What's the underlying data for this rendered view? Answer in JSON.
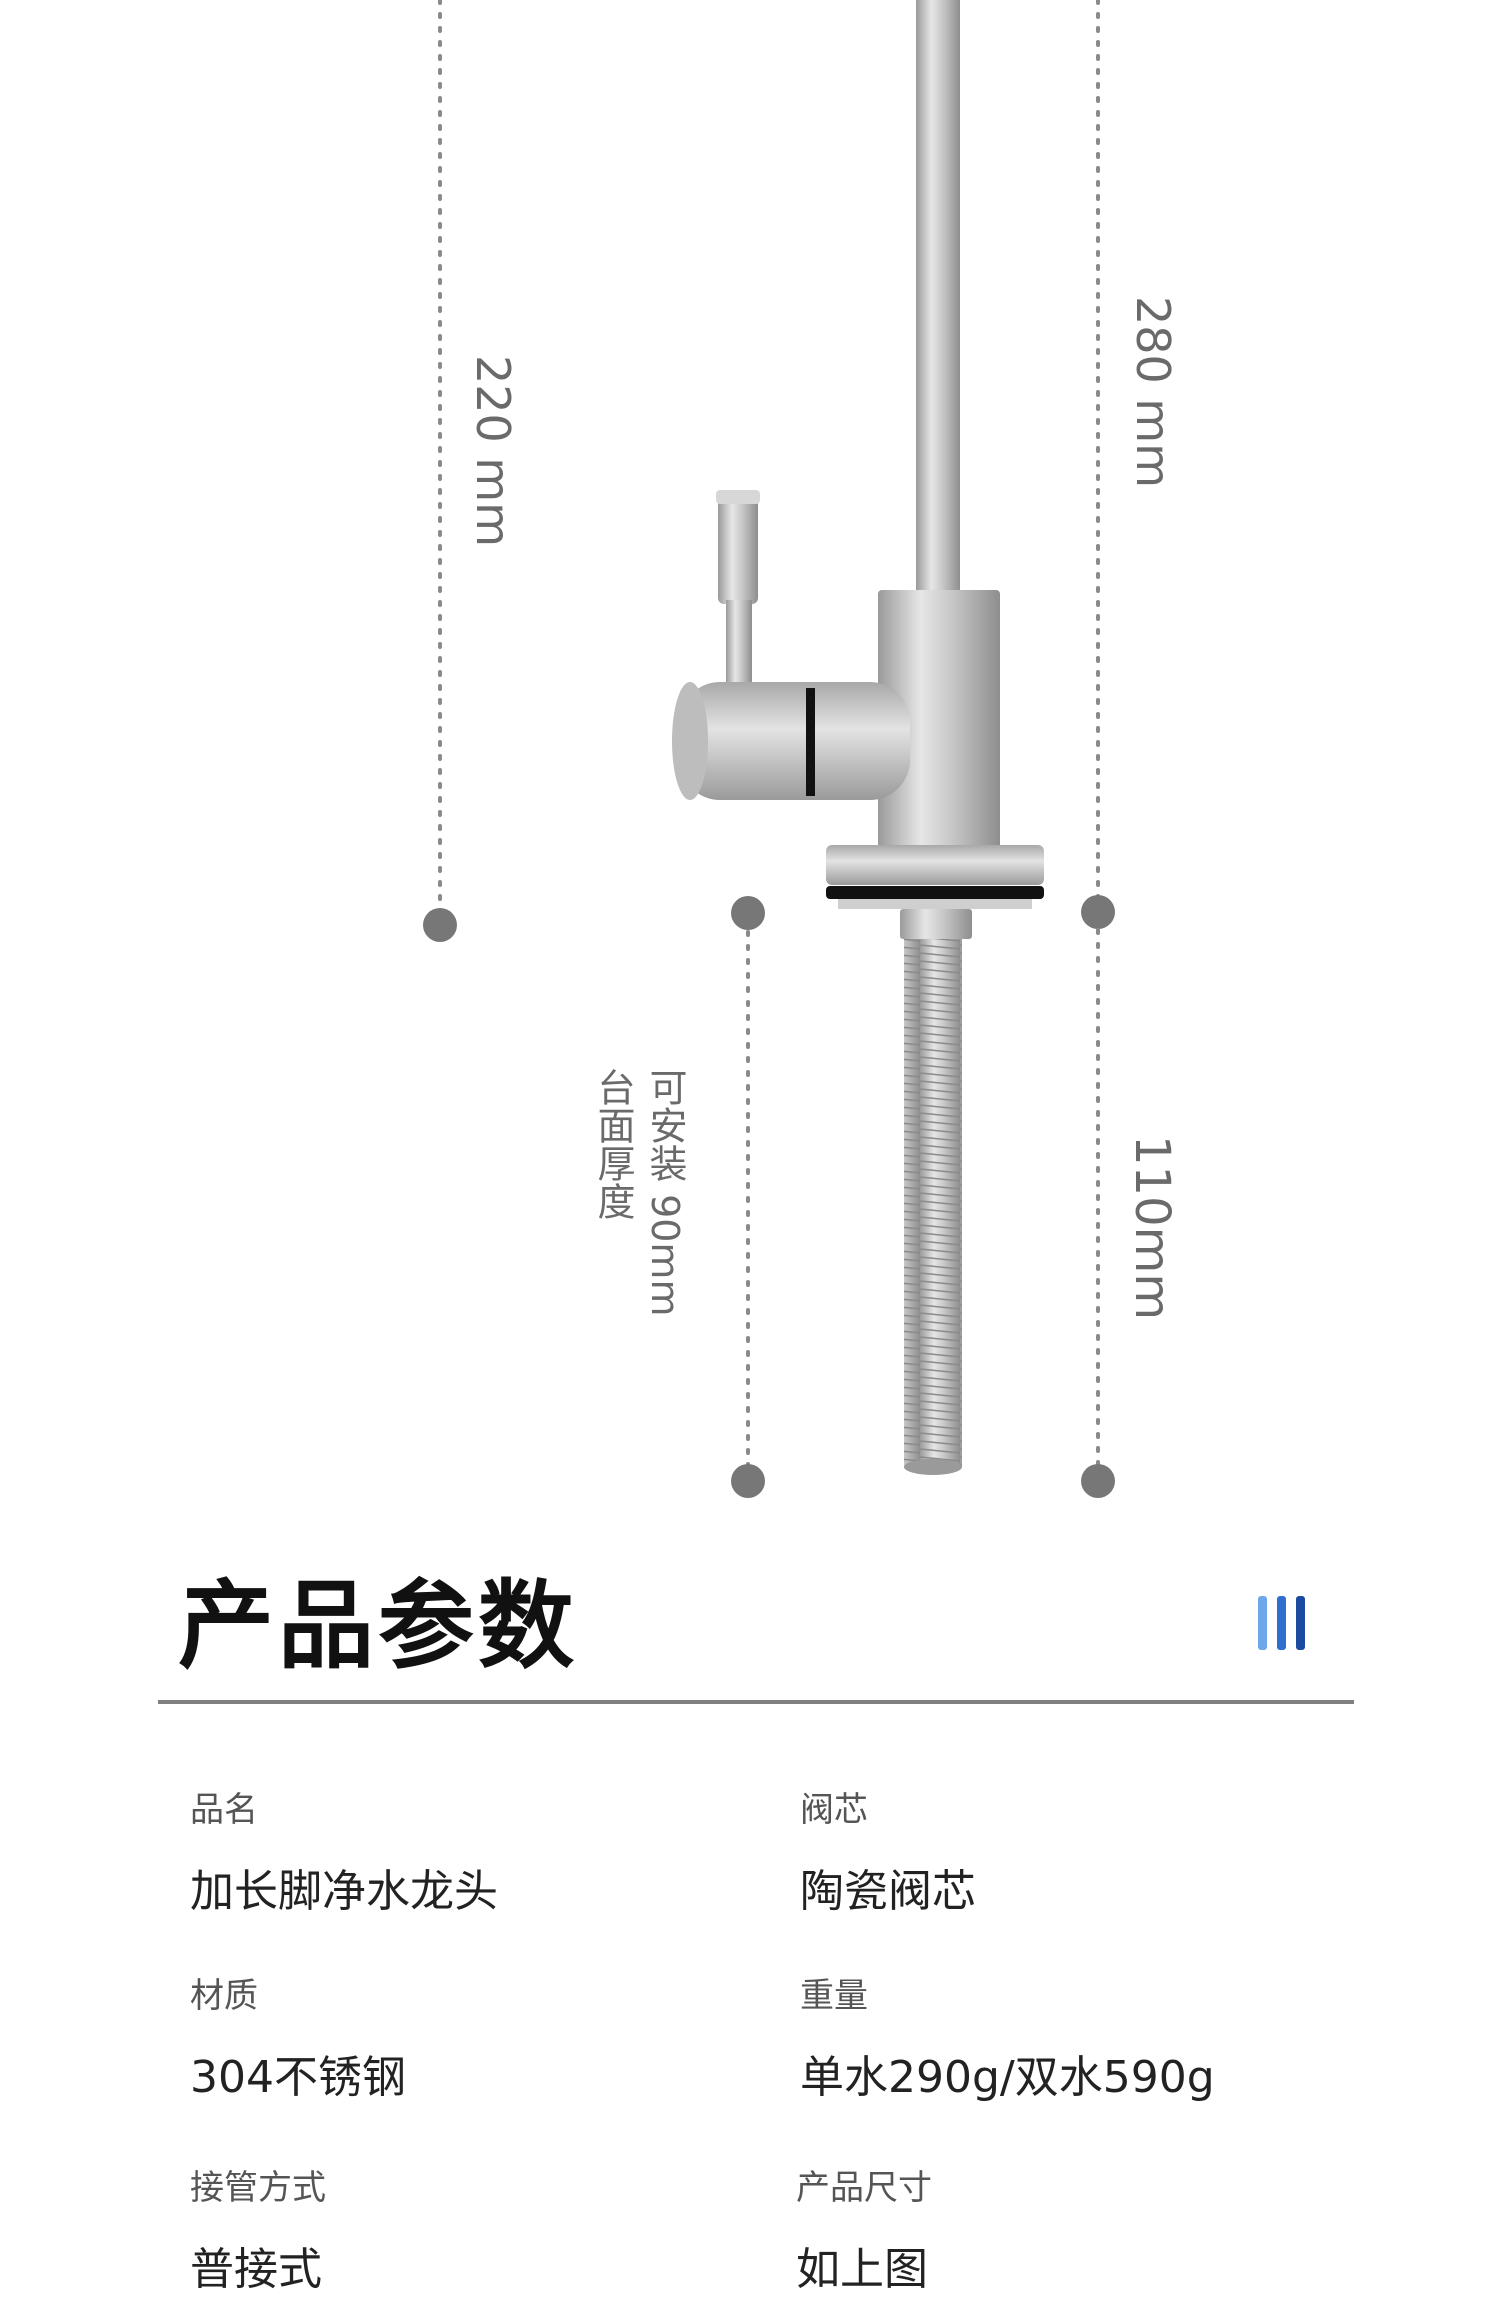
{
  "dimensions": {
    "upper_height": "220 mm",
    "total_height": "280 mm",
    "shank_length": "110mm",
    "countertop_note_line1": "可安装 90mm",
    "countertop_note_line2": "台面厚度"
  },
  "section": {
    "title": "产品参数"
  },
  "colors": {
    "accent_light": "#6fa8e8",
    "accent_mid": "#2f6fd0",
    "accent_dark": "#1c4aa0",
    "divider": "#7f7f7f"
  },
  "params": [
    {
      "label": "品名",
      "value": "加长脚净水龙头"
    },
    {
      "label": "阀芯",
      "value": "陶瓷阀芯"
    },
    {
      "label": "材质",
      "value": "304不锈钢"
    },
    {
      "label": "重量",
      "value": "单水290g/双水590g"
    },
    {
      "label": "接管方式",
      "value": "普接式"
    },
    {
      "label": "产品尺寸",
      "value": "如上图"
    }
  ]
}
